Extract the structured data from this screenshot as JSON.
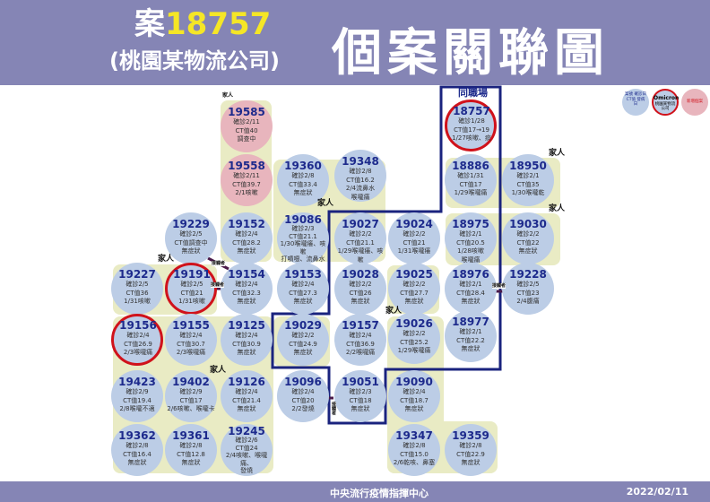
{
  "header": {
    "title_prefix": "案",
    "title_case": "18757",
    "subtitle": "(桃園某物流公司)",
    "main_title": "個案關聯圖"
  },
  "legend": {
    "normal": "案號 確診日 CT值 發病日",
    "omicron": "Omicron",
    "omicron_note": "桃園某物流公司",
    "new_case": "新增個案"
  },
  "group_labels": {
    "workplace": "同職場",
    "family": "家人",
    "contact": "接觸者"
  },
  "colors": {
    "header": "#8585b5",
    "node": "#bccde6",
    "new_case": "#e8b5bd",
    "omicron_ring": "#d0121b",
    "group_bg": "#e9ebc4",
    "workplace_border": "#1a237e"
  },
  "nodes": [
    {
      "id": "19585",
      "lines": [
        "確診2/11",
        "CT值40",
        "調查中"
      ],
      "type": "new"
    },
    {
      "id": "19558",
      "lines": [
        "確診2/11",
        "CT值39.7",
        "2/1咳嗽"
      ],
      "type": "new"
    },
    {
      "id": "19360",
      "lines": [
        "確診2/8",
        "CT值33.4",
        "無症狀"
      ]
    },
    {
      "id": "19348",
      "lines": [
        "確診2/8",
        "CT值16.2",
        "2/4流鼻水",
        "喉嚨痛"
      ]
    },
    {
      "id": "18757",
      "lines": [
        "確診1/28",
        "CT值17→19",
        "1/27咳嗽、痰"
      ],
      "type": "omicron"
    },
    {
      "id": "18886",
      "lines": [
        "確診1/31",
        "CT值17",
        "1/29喉嚨痛"
      ]
    },
    {
      "id": "18950",
      "lines": [
        "確診2/1",
        "CT值35",
        "1/30喉嚨乾"
      ]
    },
    {
      "id": "19229",
      "lines": [
        "確診2/5",
        "CT值調查中",
        "無症狀"
      ]
    },
    {
      "id": "19152",
      "lines": [
        "確診2/4",
        "CT值28.2",
        "無症狀"
      ]
    },
    {
      "id": "19086",
      "lines": [
        "確診2/3",
        "CT值21.1",
        "1/30喉嚨癢、咳嗽",
        "打噴嚏、流鼻水"
      ]
    },
    {
      "id": "19027",
      "lines": [
        "確診2/2",
        "CT值21.1",
        "1/29喉嚨癢、咳嗽"
      ]
    },
    {
      "id": "19024",
      "lines": [
        "確診2/2",
        "CT值21",
        "1/31喉嚨癢"
      ]
    },
    {
      "id": "18975",
      "lines": [
        "確診2/1",
        "CT值20.5",
        "1/28咳嗽",
        "喉嚨痛"
      ]
    },
    {
      "id": "19030",
      "lines": [
        "確診2/2",
        "CT值22",
        "無症狀"
      ]
    },
    {
      "id": "19227",
      "lines": [
        "確診2/5",
        "CT值36",
        "1/31咳嗽"
      ]
    },
    {
      "id": "19191",
      "lines": [
        "確診2/5",
        "CT值21",
        "1/31咳嗽"
      ],
      "type": "omicron"
    },
    {
      "id": "19154",
      "lines": [
        "確診2/4",
        "CT值32.3",
        "無症狀"
      ]
    },
    {
      "id": "19153",
      "lines": [
        "確診2/4",
        "CT值27.3",
        "無症狀"
      ]
    },
    {
      "id": "19028",
      "lines": [
        "確診2/2",
        "CT值26",
        "無症狀"
      ]
    },
    {
      "id": "19025",
      "lines": [
        "確診2/2",
        "CT值27.7",
        "無症狀"
      ]
    },
    {
      "id": "18976",
      "lines": [
        "確診2/1",
        "CT值28.4",
        "無症狀"
      ]
    },
    {
      "id": "19228",
      "lines": [
        "確診2/5",
        "CT值23",
        "2/4腹痛"
      ]
    },
    {
      "id": "19156",
      "lines": [
        "確診2/4",
        "CT值26.9",
        "2/3喉嚨痛"
      ],
      "type": "omicron"
    },
    {
      "id": "19155",
      "lines": [
        "確診2/4",
        "CT值30.7",
        "2/3喉嚨痛"
      ]
    },
    {
      "id": "19125",
      "lines": [
        "確診2/4",
        "CT值30.9",
        "無症狀"
      ]
    },
    {
      "id": "19029",
      "lines": [
        "確診2/2",
        "CT值24.9",
        "無症狀"
      ]
    },
    {
      "id": "19157",
      "lines": [
        "確診2/4",
        "CT值36.9",
        "2/2喉嚨痛"
      ]
    },
    {
      "id": "19026",
      "lines": [
        "確診2/2",
        "CT值25.2",
        "1/29喉嚨痛"
      ]
    },
    {
      "id": "18977",
      "lines": [
        "確診2/1",
        "CT值22.2",
        "無症狀"
      ]
    },
    {
      "id": "19423",
      "lines": [
        "確診2/9",
        "CT值19.4",
        "2/8喉嚨不適"
      ]
    },
    {
      "id": "19402",
      "lines": [
        "確診2/9",
        "CT值17",
        "2/6咳嗽、喉嚨卡"
      ]
    },
    {
      "id": "19126",
      "lines": [
        "確診2/4",
        "CT值21.4",
        "無症狀"
      ]
    },
    {
      "id": "19096",
      "lines": [
        "確診2/4",
        "CT值20",
        "2/2發燒"
      ]
    },
    {
      "id": "19051",
      "lines": [
        "確診2/3",
        "CT值18",
        "無症狀"
      ]
    },
    {
      "id": "19090",
      "lines": [
        "確診2/4",
        "CT值18.7",
        "無症狀"
      ]
    },
    {
      "id": "19362",
      "lines": [
        "確診2/8",
        "CT值16.4",
        "無症狀"
      ]
    },
    {
      "id": "19361",
      "lines": [
        "確診2/8",
        "CT值12.8",
        "無症狀"
      ]
    },
    {
      "id": "19245",
      "lines": [
        "確診2/6",
        "CT值24",
        "2/4咳嗽、喉嚨痛、",
        "發燒"
      ]
    },
    {
      "id": "19347",
      "lines": [
        "確診2/8",
        "CT值15.0",
        "2/6乾咳、鼻塞"
      ]
    },
    {
      "id": "19359",
      "lines": [
        "確診2/8",
        "CT值22.9",
        "無症狀"
      ]
    }
  ],
  "footer": {
    "org": "中央流行疫情指揮中心",
    "date": "2022/02/11"
  }
}
